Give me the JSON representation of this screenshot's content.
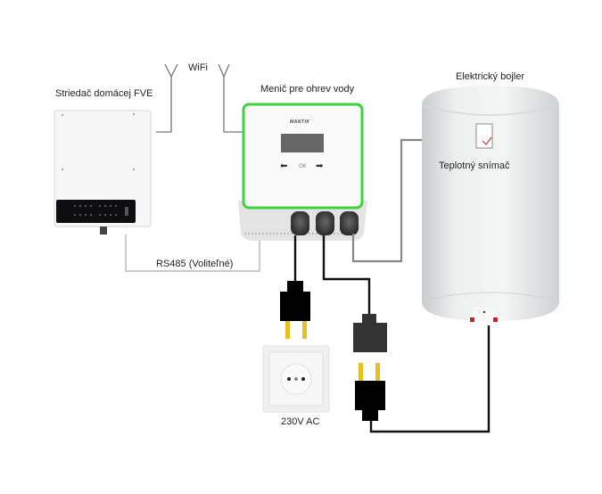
{
  "diagram": {
    "title_labels": {
      "inverter": "Striedač domácej FVE",
      "wifi": "WiFi",
      "controller": "Menič pre ohrev vody",
      "boiler": "Elektrický bojler",
      "sensor": "Teplotný snímač",
      "rs485": "RS485 (Voliteľné)",
      "socket": "230V AC"
    },
    "controller_panel": {
      "brand": "MANTIK",
      "ok_label": "OK",
      "left_arrow": "arrow-left-icon",
      "right_arrow": "arrow-right-icon"
    },
    "colors": {
      "accent_glow": "#3cd43c",
      "wire_black": "#111111",
      "wire_gray": "#888888",
      "plug_pin": "#e8c020",
      "boiler_body": "#e6e8e9",
      "display": "#666666"
    },
    "connections": [
      {
        "from": "Striedač domácej FVE",
        "to": "Menič pre ohrev vody",
        "type": "WiFi"
      },
      {
        "from": "Striedač domácej FVE",
        "to": "Menič pre ohrev vody",
        "type": "RS485 (Voliteľné)"
      },
      {
        "from": "Menič pre ohrev vody",
        "to": "230V AC",
        "type": "power-in"
      },
      {
        "from": "Menič pre ohrev vody",
        "to": "Elektrický bojler",
        "type": "power-out"
      },
      {
        "from": "Menič pre ohrev vody",
        "to": "Teplotný snímač",
        "type": "sensor"
      }
    ]
  }
}
